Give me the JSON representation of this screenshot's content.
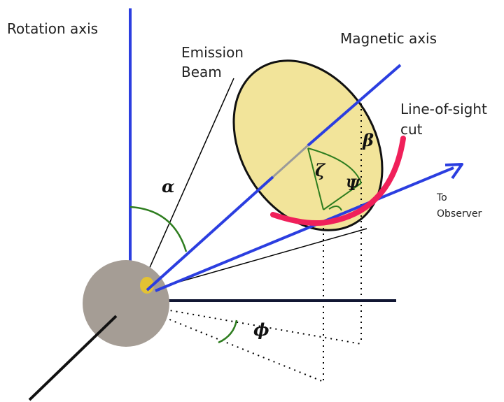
{
  "labels": {
    "rotation_axis": "Rotation axis",
    "emission_beam_line1": "Emission",
    "emission_beam_line2": "Beam",
    "magnetic_axis": "Magnetic axis",
    "line_of_sight_line1": "Line-of-sight",
    "line_of_sight_line2": "cut",
    "to_observer_line1": "To",
    "to_observer_line2": "Observer"
  },
  "symbols": {
    "alpha": "α",
    "beta": "β",
    "zeta": "ζ",
    "psi": "Ψ",
    "phi": "ϕ"
  },
  "colors": {
    "axis_blue": "#2b3ee0",
    "star_gray": "#a59d95",
    "beam_fill": "#f2e49a",
    "los_cut": "#f0205a",
    "angle_green": "#2e7d1f",
    "dark_line": "#111633"
  }
}
